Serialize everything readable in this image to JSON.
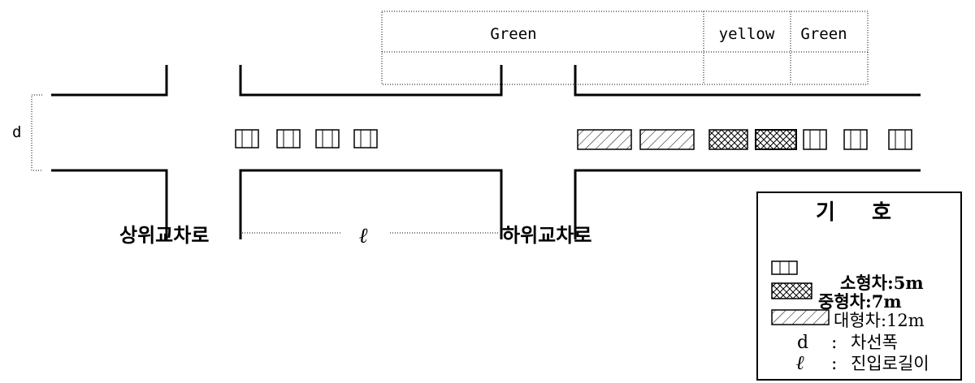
{
  "signal_bar": {
    "phase_green_1": "Green",
    "phase_yellow": "yellow",
    "phase_green_2": "Green"
  },
  "labels": {
    "lane_width": "d",
    "upstream_intersection": "상위교차로",
    "downstream_intersection": "하위교차로",
    "approach_length": "ℓ"
  },
  "legend": {
    "title_left": "기",
    "title_right": "호",
    "small_vehicle": "소형차:5m",
    "medium_vehicle": "중형차:7m",
    "large_vehicle": "대형차:12m",
    "d_symbol": "d",
    "d_colon": ":",
    "d_desc": "차선폭",
    "l_symbol": "ℓ",
    "l_colon": ":",
    "l_desc": "진입로길이"
  },
  "queue_left": [
    "small",
    "small",
    "small",
    "small"
  ],
  "queue_right": [
    "large",
    "large",
    "medium",
    "medium",
    "small",
    "small",
    "small"
  ]
}
